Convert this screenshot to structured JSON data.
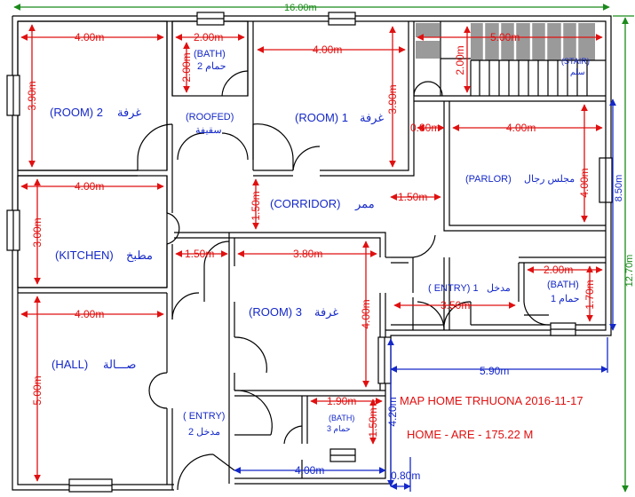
{
  "rooms": {
    "room2": {
      "en": "(ROOM) 2",
      "ar": "غرفة"
    },
    "bath_top": {
      "en": "(BATH)",
      "ar": "حمام 2"
    },
    "roofed": {
      "en": "(ROOFED)",
      "ar": "سقيفة"
    },
    "room1": {
      "en": "(ROOM) 1",
      "ar": "غرفة"
    },
    "stair": {
      "en": "(STAIR)",
      "ar": "سلم"
    },
    "parlor": {
      "en": "(PARLOR)",
      "ar": "مجلس رجال"
    },
    "corridor": {
      "en": "(CORRIDOR)",
      "ar": "ممر"
    },
    "kitchen": {
      "en": "(KITCHEN)",
      "ar": "مطبخ"
    },
    "room3": {
      "en": "(ROOM) 3",
      "ar": "غرفة"
    },
    "entry1": {
      "en": "( ENTRY) 1",
      "ar": "مدخل"
    },
    "bath1": {
      "en": "(BATH)",
      "ar": "حمام 1"
    },
    "hall": {
      "en": "(HALL)",
      "ar": "صـــالة"
    },
    "entry2": {
      "en": "( ENTRY)",
      "ar": "مدخل 2"
    },
    "bath3": {
      "en": "(BATH)",
      "ar": "حمام 3"
    }
  },
  "dimensions": {
    "total_width": "16.00m",
    "total_height": "12.70m",
    "right_height": "8.50m",
    "room2_w": "4.00m",
    "room2_h": "3.90m",
    "bath_top_w": "2.00m",
    "bath_top_h": "2.00m",
    "room1_w": "4.00m",
    "room1_h": "3.90m",
    "stair_w": "5.00m",
    "stair_h": "2.00m",
    "gap_080": "0.80m",
    "parlor_w": "4.00m",
    "parlor_h": "4.00m",
    "kitchen_w": "4.00m",
    "kitchen_h": "3.00m",
    "corridor_v": "1.50m",
    "corridor_h": "1.50m",
    "kitchen_gap": "1.50m",
    "room3_w": "3.80m",
    "room3_h": "4.00m",
    "entry1_w": "3.50m",
    "bath1_w": "2.00m",
    "bath1_h": "1.70m",
    "hall_w": "4.00m",
    "hall_h": "5.00m",
    "bath3_w": "1.90m",
    "bath3_h": "1.50m",
    "right_lower_w": "5.90m",
    "lower_h": "4.20m",
    "bottom_w": "4.00m",
    "bottom_080": "0.80m"
  },
  "title": {
    "line1": "MAP HOME TRHUONA 2016-11-17",
    "line2": "HOME - ARE - 175.22 M"
  },
  "colors": {
    "wall": "#000000",
    "dimension": "#e01010",
    "label": "#1428c8",
    "overall": "#1a8a1a",
    "stair_fill": "#9a9a9a"
  }
}
